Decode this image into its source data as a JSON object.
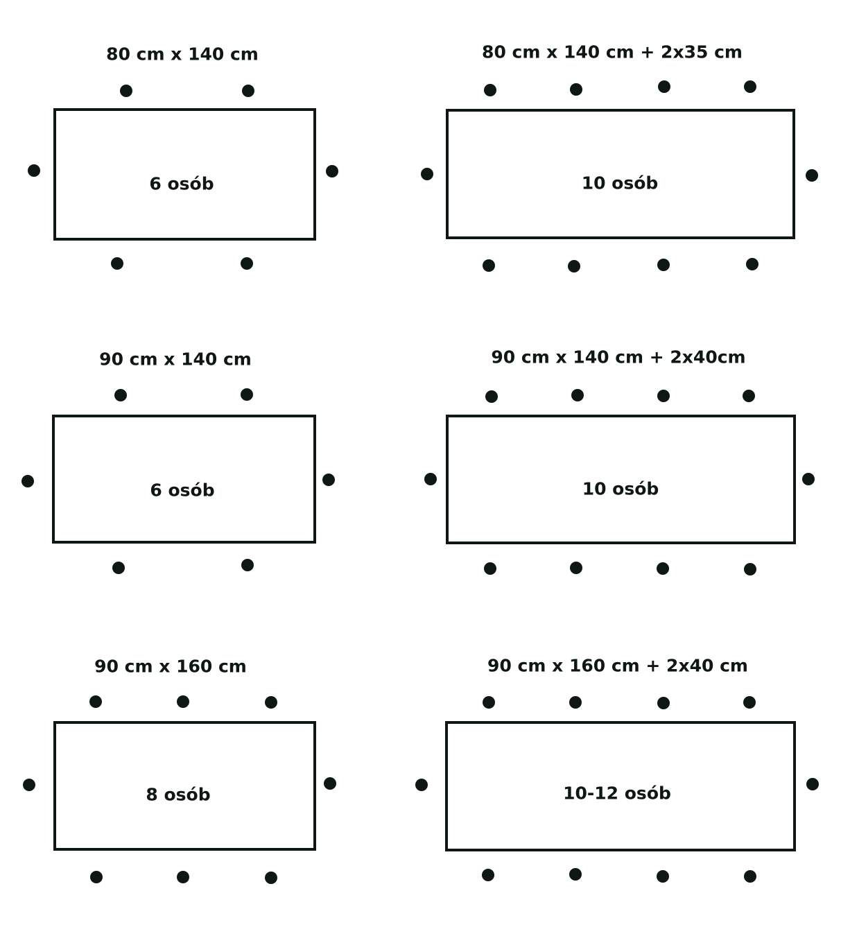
{
  "tables": [
    {
      "title": "80 cm x 140 cm",
      "capacity": "6 osób",
      "seats": 6
    },
    {
      "title": "80 cm x 140 cm + 2x35 cm",
      "capacity": "10 osób",
      "seats": 10
    },
    {
      "title": "90 cm x 140 cm",
      "capacity": "6 osób",
      "seats": 6
    },
    {
      "title": "90 cm x 140 cm + 2x40cm",
      "capacity": "10 osób",
      "seats": 10
    },
    {
      "title": "90 cm x 160 cm",
      "capacity": "8 osób",
      "seats": 8
    },
    {
      "title": "90 cm x 160 cm + 2x40 cm",
      "capacity": "10-12 osób",
      "seats": 10
    }
  ],
  "colors": {
    "ink": "#0e1711",
    "background": "#ffffff"
  }
}
